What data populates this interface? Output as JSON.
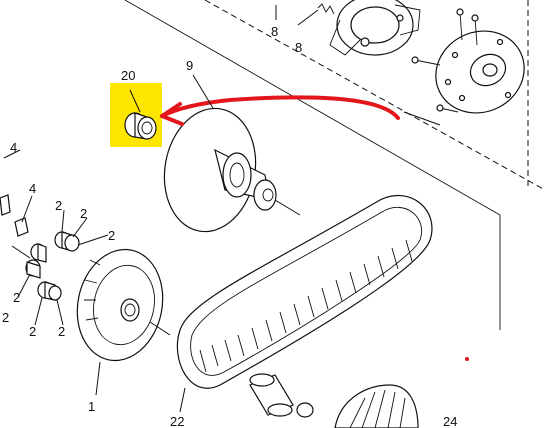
{
  "diagram": {
    "callouts": {
      "c20": "20",
      "c9": "9",
      "c8a": "8",
      "c8b": "8",
      "c4a": "4",
      "c4b": "4",
      "c2a": "2",
      "c2b": "2",
      "c2c": "2",
      "c2d": "2",
      "c2e": "2",
      "c2f": "2",
      "c2g": "2",
      "c1": "1",
      "c22": "22",
      "c24": "24"
    },
    "highlight_color": "#ffe600",
    "arrow_color": "#e3171b",
    "dot_color": "#e3171b"
  }
}
